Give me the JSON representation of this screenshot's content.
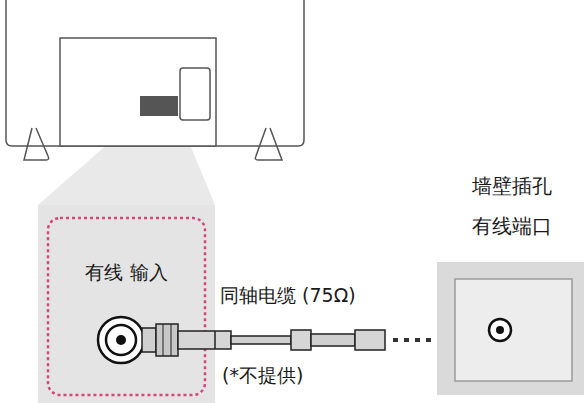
{
  "diagram": {
    "nodes": [
      {
        "text": [
          "有线 输入"
        ]
      },
      {
        "text": [
          "墙壁插孔 有线端口"
        ]
      }
    ],
    "edges": [
      {
        "from": 0,
        "to": 1,
        "arrow": "none",
        "label": "同轴电缆 (75Ω)"
      }
    ],
    "labels": [
      "(*不提供)"
    ]
  }
}
